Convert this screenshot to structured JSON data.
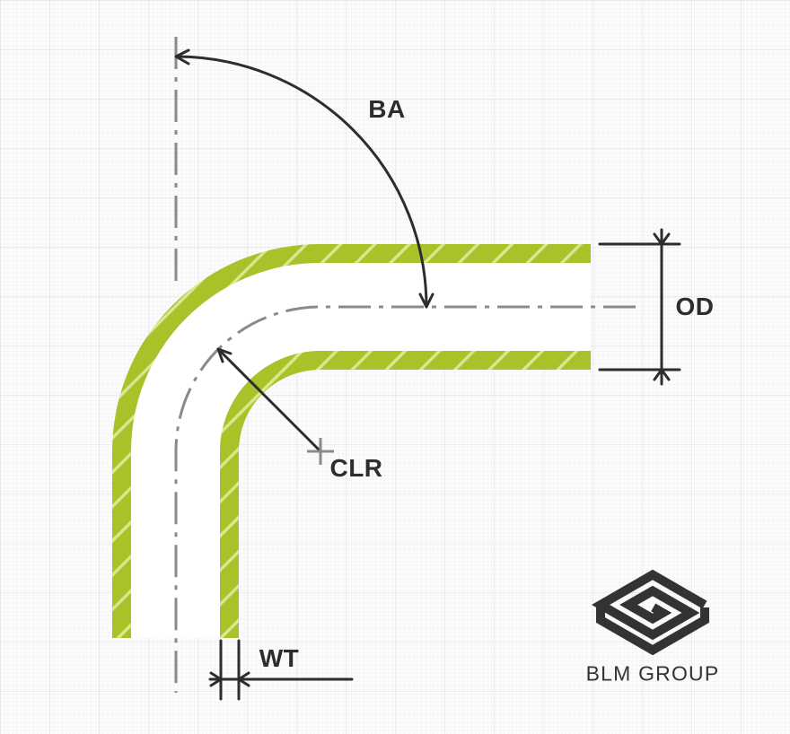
{
  "diagram": {
    "dimension_labels": {
      "bend_angle": "BA",
      "outside_diameter": "OD",
      "centerline_radius": "CLR",
      "wall_thickness": "WT"
    },
    "colors": {
      "tube_wall_green": "#a8c32a",
      "hatch_stripe": "#dbe690",
      "tube_bore": "#ffffff",
      "dimension_line": "#2d2d2d",
      "centerline_gray": "#8a8a8a",
      "logo": "#333333",
      "background": "#fcfcfd"
    }
  },
  "branding": {
    "logo_text": "BLM GROUP"
  }
}
